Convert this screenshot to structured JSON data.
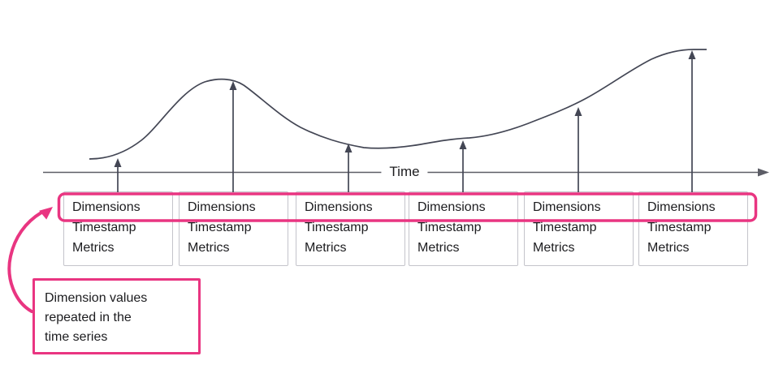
{
  "diagram": {
    "title_hint": "time series with repeated dimension values",
    "axis": {
      "label": "Time"
    },
    "records": [
      {
        "dimensions": "Dimensions",
        "timestamp": "Timestamp",
        "metrics": "Metrics"
      },
      {
        "dimensions": "Dimensions",
        "timestamp": "Timestamp",
        "metrics": "Metrics"
      },
      {
        "dimensions": "Dimensions",
        "timestamp": "Timestamp",
        "metrics": "Metrics"
      },
      {
        "dimensions": "Dimensions",
        "timestamp": "Timestamp",
        "metrics": "Metrics"
      },
      {
        "dimensions": "Dimensions",
        "timestamp": "Timestamp",
        "metrics": "Metrics"
      },
      {
        "dimensions": "Dimensions",
        "timestamp": "Timestamp",
        "metrics": "Metrics"
      }
    ],
    "callout": {
      "text": "Dimension values\nrepeated in the\ntime series"
    },
    "icons": {
      "sample_arrows": "up-arrow-icon",
      "axis_arrow": "right-arrow-icon",
      "callout_arrow": "curved-arrow-icon"
    },
    "colors": {
      "highlight_pink": "#e93581",
      "curve_dark": "#434654",
      "axis_gray": "#5c5d66",
      "box_border": "#c4c4cb",
      "text": "#1c1c1f"
    }
  }
}
